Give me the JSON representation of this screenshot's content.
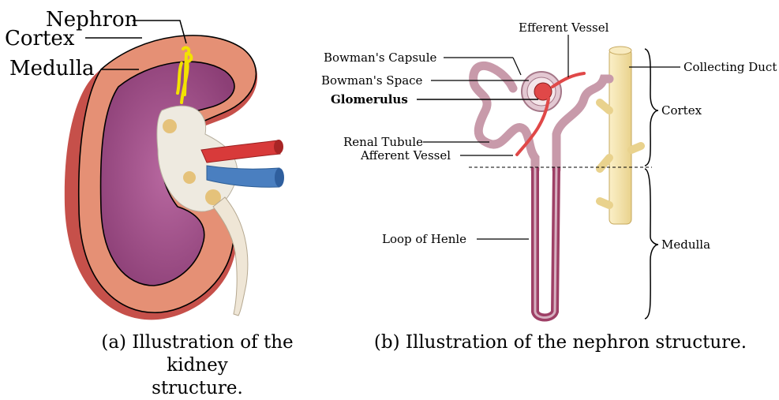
{
  "kidney": {
    "labels": {
      "nephron": "Nephron",
      "cortex": "Cortex",
      "medulla": "Medulla"
    },
    "caption_line1": "(a) Illustration of the kidney",
    "caption_line2": "structure."
  },
  "nephron_figure": {
    "labels": {
      "bowmans_capsule": "Bowman's Capsule",
      "bowmans_space": "Bowman's Space",
      "glomerulus": "Glomerulus",
      "renal_tubule": "Renal Tubule",
      "afferent_vessel": "Afferent Vessel",
      "efferent_vessel": "Efferent Vessel",
      "collecting_duct": "Collecting Duct",
      "cortex": "Cortex",
      "medulla": "Medulla",
      "loop_of_henle": "Loop of Henle"
    },
    "caption": "(b) Illustration of the nephron structure."
  },
  "colors": {
    "cortex": "#e59075",
    "medulla": "#9e4d83",
    "nephron_highlight": "#f2e200",
    "artery": "#d83a3a",
    "vein": "#4a7fc0",
    "tubule": "#c89aaa",
    "loop": "#9e4066",
    "collecting_duct": "#f4e5b0"
  }
}
